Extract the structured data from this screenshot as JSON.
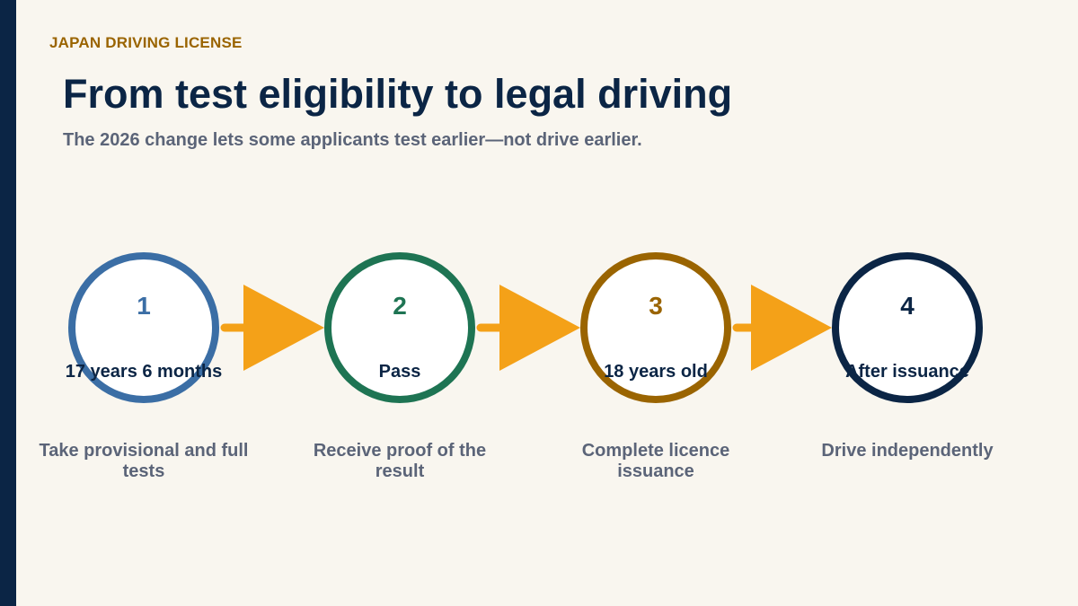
{
  "colors": {
    "background": "#f9f6ef",
    "left_bar": "#0b2545",
    "eyebrow": "#9a6400",
    "title": "#0b2545",
    "subtitle": "#5b6478",
    "arrow": "#f4a118",
    "label_text": "#0b2545",
    "desc_text": "#5b6478"
  },
  "header": {
    "eyebrow": "JAPAN DRIVING LICENSE",
    "title": "From test eligibility to legal driving",
    "subtitle": "The 2026 change lets some applicants test earlier—not drive earlier."
  },
  "steps": [
    {
      "number": "1",
      "label": "17 years 6 months",
      "description": "Take provisional and full tests",
      "color": "#3b6ea5"
    },
    {
      "number": "2",
      "label": "Pass",
      "description": "Receive proof of the result",
      "color": "#1e7453"
    },
    {
      "number": "3",
      "label": "18 years old",
      "description": "Complete licence issuance",
      "color": "#9a6400"
    },
    {
      "number": "4",
      "label": "After issuance",
      "description": "Drive independently",
      "color": "#0b2545"
    }
  ]
}
